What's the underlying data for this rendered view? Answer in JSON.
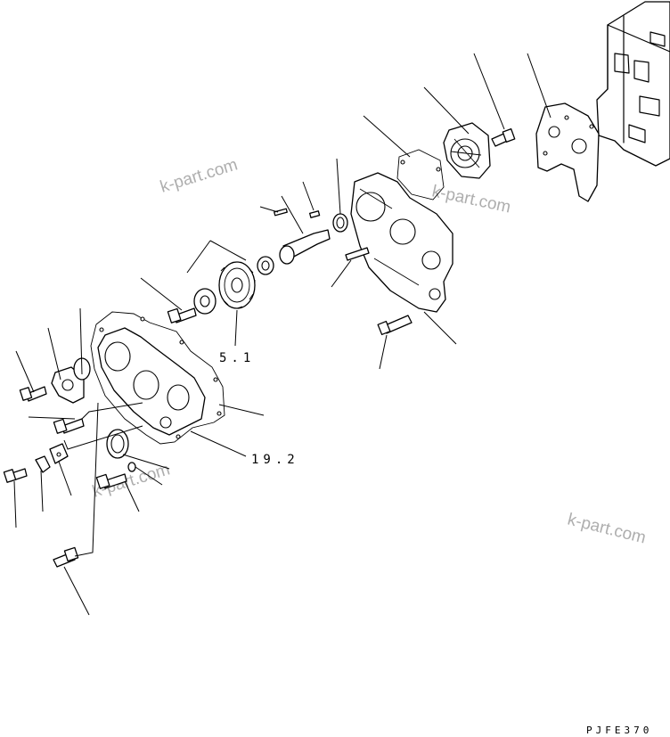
{
  "diagram": {
    "callouts": {
      "gear_ref": "5.1",
      "cover_ref": "19.2"
    },
    "drawing_code": "PJFE370",
    "watermarks": [
      "k-part.com",
      "k-part.com",
      "k-part.com",
      "k-part.com"
    ]
  }
}
